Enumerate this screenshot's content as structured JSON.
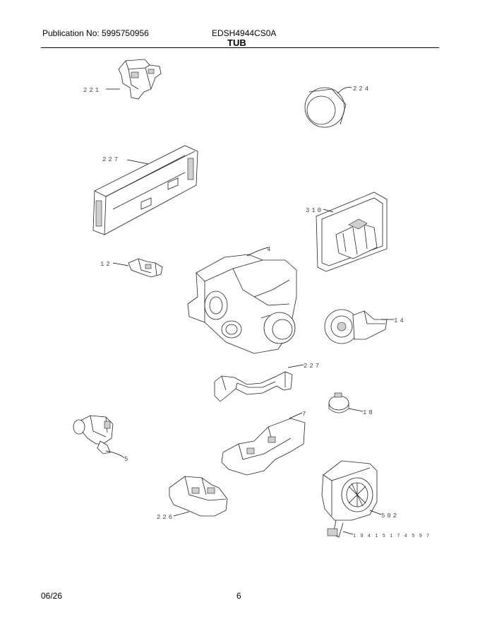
{
  "header": {
    "publication": "Publication No: 5995750956",
    "model": "EDSH4944CS0A",
    "section": "TUB"
  },
  "footer": {
    "date": "06/26",
    "page": "6"
  },
  "callouts": {
    "sensor_top": "221",
    "ring": "224",
    "control_module": "227",
    "panel_right": "310",
    "small_clip": "12",
    "sump": "4",
    "pump": "14",
    "bracket": "227",
    "thermo": "18",
    "valve": "5",
    "base_part": "7",
    "blower": "502",
    "blower_sub": "1 9 4 1 5 1 7 4 5 9 7",
    "lower_assy": "226"
  }
}
